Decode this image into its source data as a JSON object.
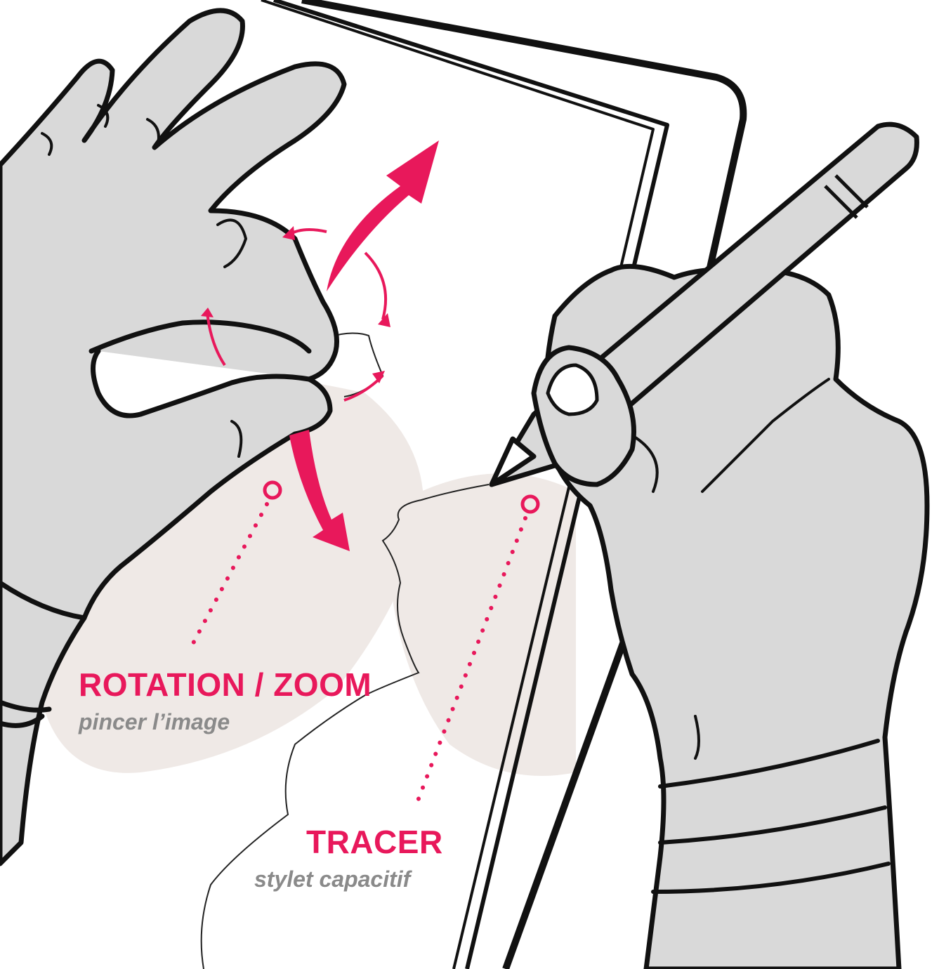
{
  "colors": {
    "accent": "#e8185b",
    "subtitle": "#8a8a8a",
    "ink": "#111111",
    "skin": "#d9d9d9",
    "shadow": "#efe9e6",
    "paper": "#ffffff"
  },
  "icons": {
    "gesture_arrows": "curved-arrow",
    "stylus": "pencil-stylus",
    "marker": "ring-marker"
  },
  "labels": {
    "rotation_zoom": {
      "title": "ROTATION / ZOOM",
      "subtitle": "pincer l’image"
    },
    "tracer": {
      "title": "TRACER",
      "subtitle": "stylet capacitif"
    }
  }
}
